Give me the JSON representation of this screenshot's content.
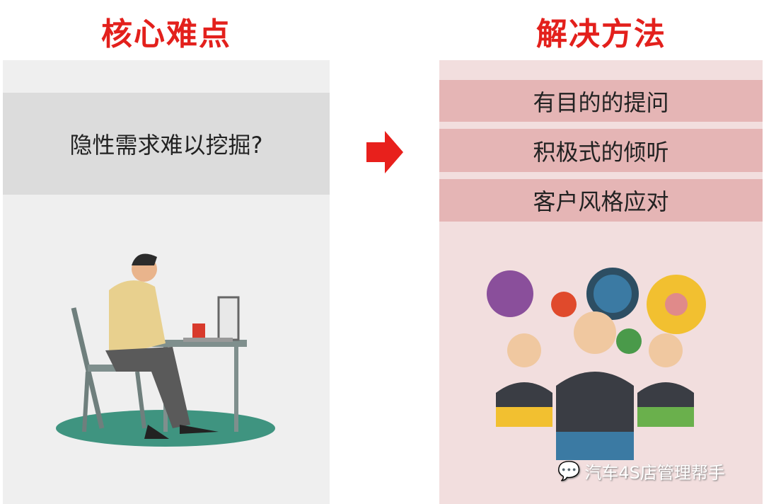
{
  "left": {
    "title": "核心难点",
    "problem": "隐性需求难以挖掘?"
  },
  "right": {
    "title": "解决方法",
    "methods": [
      "有目的的提问",
      "积极式的倾听",
      "客户风格应对"
    ]
  },
  "watermark": "汽车4S店管理帮手",
  "colors": {
    "title": "#e3201c",
    "left_bg": "#efefef",
    "band": "#dcdcdc",
    "right_bg": "#f2dede",
    "bar": "#e5b5b5"
  }
}
